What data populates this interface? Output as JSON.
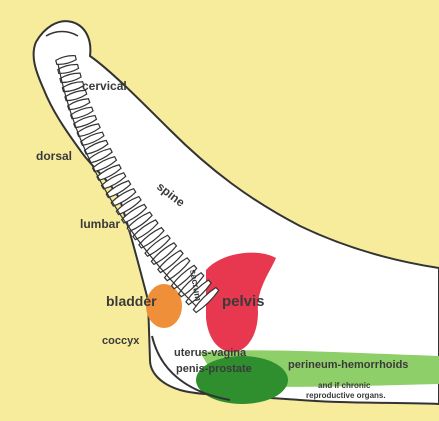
{
  "colors": {
    "background": "#f7eb9c",
    "foot_fill": "#ffffff",
    "outline": "#333333",
    "pelvis": "#e8384f",
    "bladder": "#ef8f3a",
    "perineum": "#2f8f2f",
    "perineum_band": "#8fcf6a"
  },
  "labels": {
    "cervical": "cervical",
    "dorsal": "dorsal",
    "spine": "spine",
    "lumbar": "lumbar",
    "bladder": "bladder",
    "sacrum": "sacrum",
    "pelvis": "pelvis",
    "coccyx": "coccyx",
    "uterus_vagina": "uterus-vagina",
    "penis_prostate": "penis-prostate",
    "perineum": "perineum-hemorrhoids",
    "chronic_line1": "and if chronic",
    "chronic_line2": "reproductive organs."
  }
}
